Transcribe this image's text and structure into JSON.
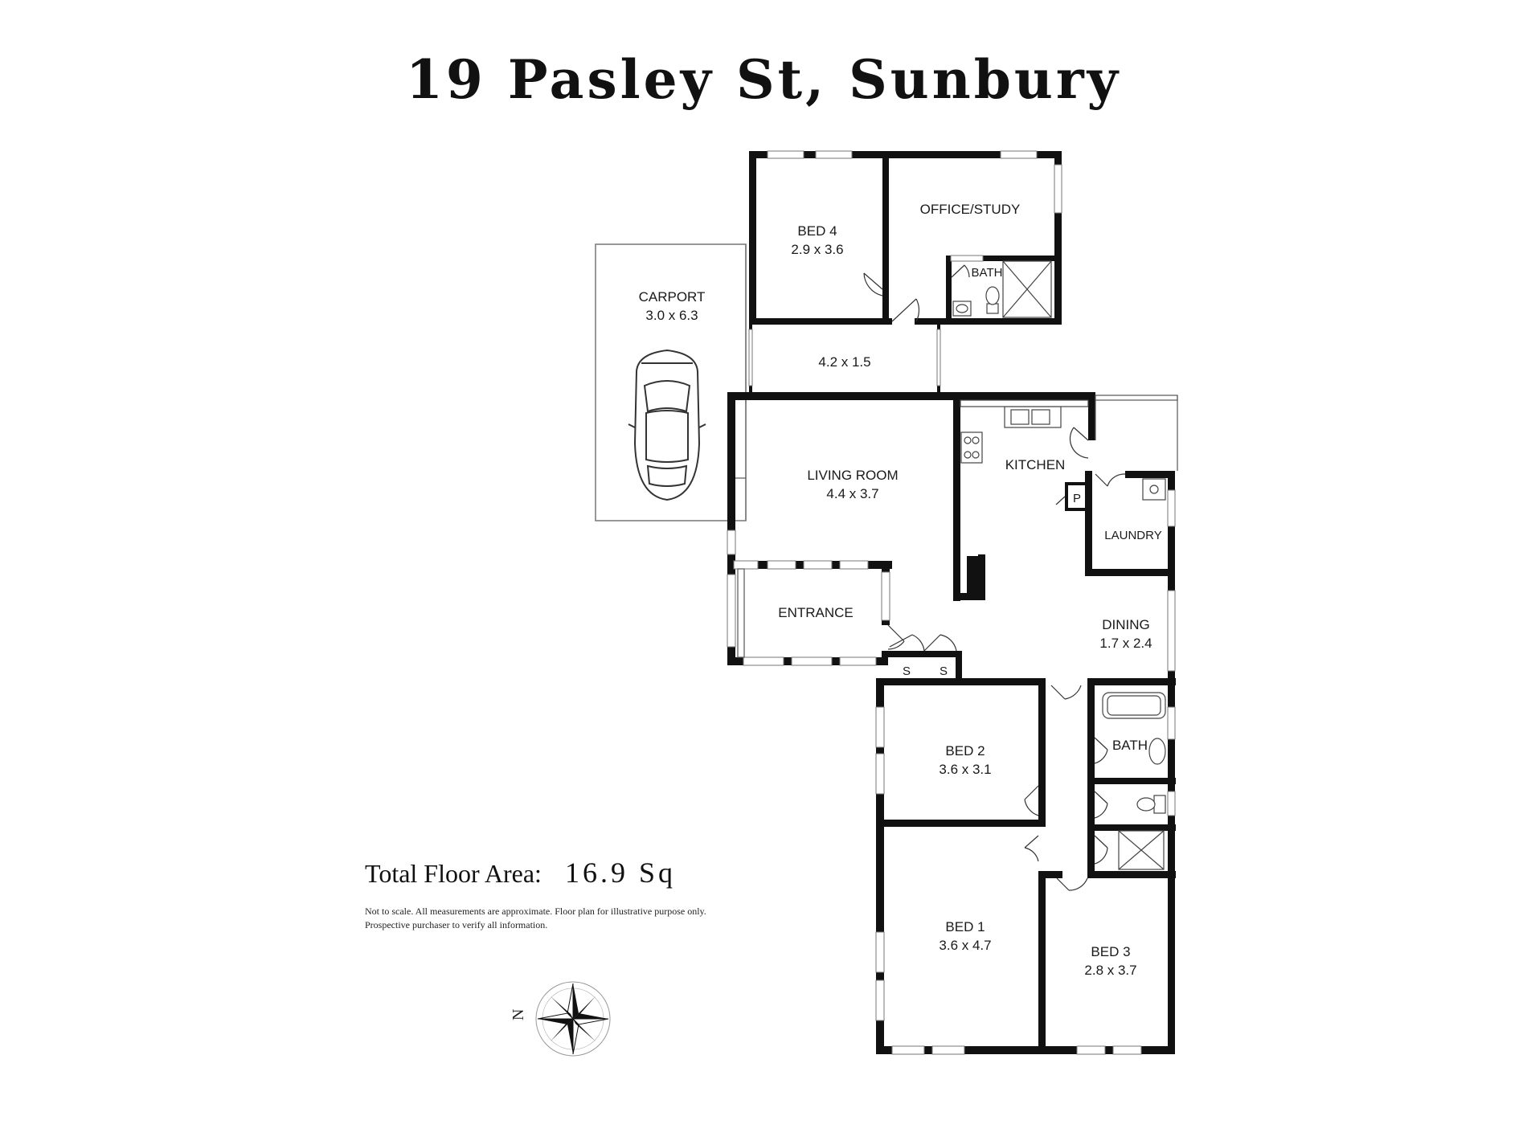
{
  "title": "19 Pasley St, Sunbury",
  "rooms": {
    "bed4": {
      "name": "BED 4",
      "size": "2.9 x 3.6"
    },
    "office": {
      "name": "OFFICE/STUDY"
    },
    "bath_top": {
      "name": "BATH"
    },
    "carport": {
      "name": "CARPORT",
      "size": "3.0 x 6.3"
    },
    "walkway": {
      "size": "4.2 x 1.5"
    },
    "living": {
      "name": "LIVING ROOM",
      "size": "4.4 x 3.7"
    },
    "kitchen": {
      "name": "KITCHEN"
    },
    "pantry": {
      "name": "P"
    },
    "laundry": {
      "name": "LAUNDRY"
    },
    "entrance": {
      "name": "ENTRANCE"
    },
    "dining": {
      "name": "DINING",
      "size": "1.7 x 2.4"
    },
    "store1": {
      "name": "S"
    },
    "store2": {
      "name": "S"
    },
    "bed2": {
      "name": "BED 2",
      "size": "3.6 x 3.1"
    },
    "bath_main": {
      "name": "BATH"
    },
    "bed1": {
      "name": "BED 1",
      "size": "3.6 x 4.7"
    },
    "bed3": {
      "name": "BED 3",
      "size": "2.8 x 3.7"
    }
  },
  "floor_area": {
    "label": "Total Floor Area:",
    "value": "16.9 Sq"
  },
  "disclaimer": {
    "line1": "Not to scale. All measurements are approximate. Floor plan for illustrative purpose only.",
    "line2": "Prospective purchaser to verify all information."
  },
  "compass": {
    "north_label": "N"
  }
}
